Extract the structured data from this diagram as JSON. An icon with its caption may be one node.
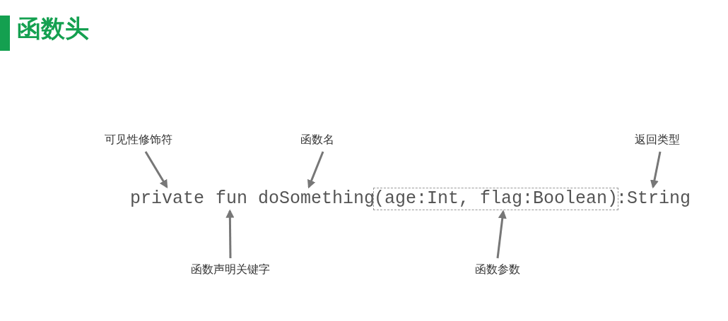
{
  "diagram": {
    "title": "函数头",
    "nodes": [
      {
        "text": [
          "可见性修饰符"
        ]
      },
      {
        "text": [
          "函数名"
        ]
      },
      {
        "text": [
          "返回类型"
        ]
      },
      {
        "text": [
          "private"
        ]
      },
      {
        "text": [
          "fun"
        ]
      },
      {
        "text": [
          "doSomething"
        ]
      },
      {
        "text": [
          "(age:Int, flag:Boolean)"
        ]
      },
      {
        "text": [
          ":String"
        ]
      },
      {
        "text": [
          "函数声明关键字"
        ]
      },
      {
        "text": [
          "函数参数"
        ]
      }
    ],
    "edges": [
      {
        "from": 0,
        "to": 3,
        "arrow": "to"
      },
      {
        "from": 1,
        "to": 5,
        "arrow": "to"
      },
      {
        "from": 2,
        "to": 7,
        "arrow": "to"
      },
      {
        "from": 8,
        "to": 4,
        "arrow": "to"
      },
      {
        "from": 9,
        "to": 6,
        "arrow": "to"
      }
    ]
  }
}
